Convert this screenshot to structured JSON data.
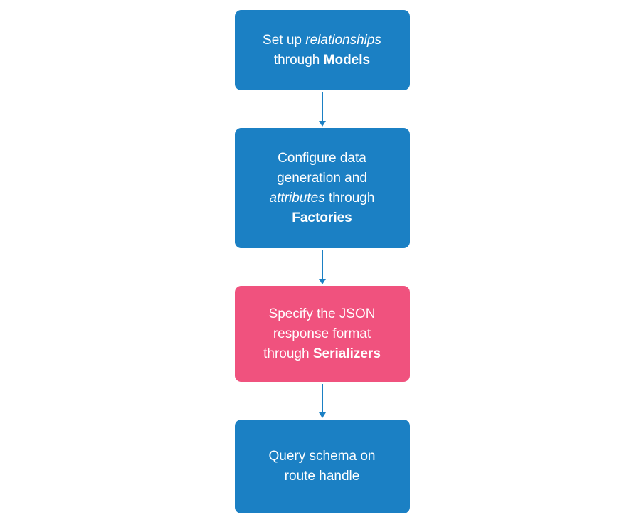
{
  "diagram": {
    "type": "flowchart",
    "arrow_color": "#1b80c4",
    "colors": {
      "blue": "#1b80c4",
      "pink": "#f0527e",
      "text": "#ffffff"
    },
    "nodes": [
      {
        "id": "models",
        "fill": "#1b80c4",
        "parts": [
          {
            "text": "Set up ",
            "style": "normal"
          },
          {
            "text": "relationships",
            "style": "italic"
          },
          {
            "text": "through ",
            "style": "normal"
          },
          {
            "text": "Models",
            "style": "bold"
          }
        ]
      },
      {
        "id": "factories",
        "fill": "#1b80c4",
        "parts": [
          {
            "text": "Configure data",
            "style": "normal"
          },
          {
            "text": "generation and",
            "style": "normal"
          },
          {
            "text": "attributes",
            "style": "italic"
          },
          {
            "text": " through",
            "style": "normal"
          },
          {
            "text": "Factories",
            "style": "bold"
          }
        ]
      },
      {
        "id": "serializers",
        "fill": "#f0527e",
        "parts": [
          {
            "text": "Specify the JSON",
            "style": "normal"
          },
          {
            "text": "response format",
            "style": "normal"
          },
          {
            "text": "through ",
            "style": "normal"
          },
          {
            "text": "Serializers",
            "style": "bold"
          }
        ]
      },
      {
        "id": "route-handle",
        "fill": "#1b80c4",
        "parts": [
          {
            "text": "Query schema on",
            "style": "normal"
          },
          {
            "text": "route handle",
            "style": "normal"
          }
        ]
      }
    ]
  }
}
